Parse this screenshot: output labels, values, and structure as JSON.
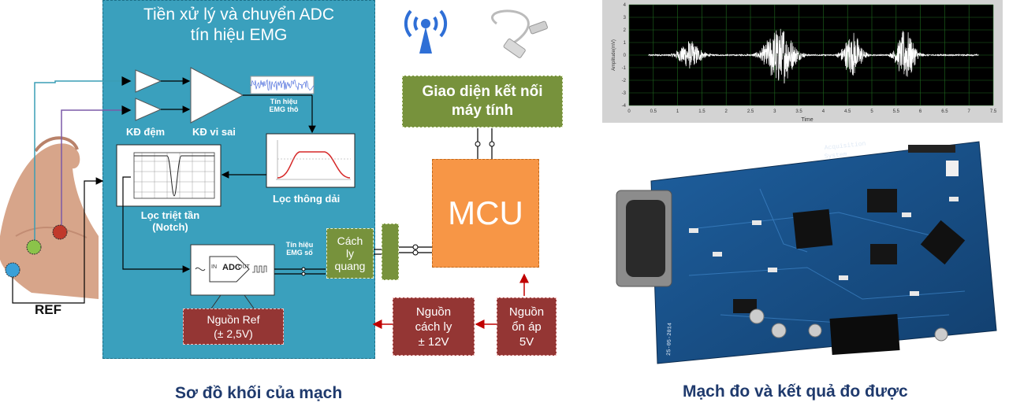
{
  "block_diagram": {
    "panel_title_line1": "Tiền xử lý và chuyển ADC",
    "panel_title_line2": "tín hiệu EMG",
    "buffer_amp": "KĐ đệm",
    "diff_amp": "KĐ vi sai",
    "raw_signal_line1": "Tín hiệu",
    "raw_signal_line2": "EMG thô",
    "bandpass": "Lọc thông dải",
    "notch_line1": "Lọc triệt tần",
    "notch_line2": "(Notch)",
    "digital_signal_line1": "Tín hiệu",
    "digital_signal_line2": "EMG số",
    "adc_label": "ADC",
    "adc_in": "IN",
    "adc_out": "OUT",
    "ref_source_line1": "Nguồn Ref",
    "ref_source_line2": "(± 2,5V)",
    "isolator_line1": "Cách",
    "isolator_line2": "ly",
    "isolator_line3": "quang",
    "pc_interface_line1": "Giao diện kết nối",
    "pc_interface_line2": "máy tính",
    "mcu": "MCU",
    "isolated_power_line1": "Nguồn",
    "isolated_power_line2": "cách ly",
    "isolated_power_line3": "± 12V",
    "regulator_line1": "Nguồn",
    "regulator_line2": "ổn áp",
    "regulator_line3": "5V",
    "ref": "REF",
    "caption": "Sơ đồ khối của mạch"
  },
  "results": {
    "caption": "Mạch đo và kết quả đo được",
    "pcb_text1": "Acquisition",
    "pcb_text2": "System",
    "pcb_date": "25-05-2014"
  },
  "chart_data": {
    "type": "line",
    "xlabel": "Time",
    "ylabel": "Amplitude(mV)",
    "xlim": [
      0,
      7.5
    ],
    "ylim": [
      -4,
      4
    ],
    "x_ticks": [
      "0",
      "0.5",
      "1",
      "1.5",
      "2",
      "2.5",
      "3",
      "3.5",
      "4",
      "4.5",
      "5",
      "5.5",
      "6",
      "6.5",
      "7",
      "7.5"
    ],
    "y_ticks": [
      "4",
      "3",
      "2",
      "1",
      "0",
      "-1",
      "-2",
      "-3",
      "-4"
    ],
    "bursts": [
      {
        "center": 1.25,
        "width": 0.55,
        "peak": 1.2
      },
      {
        "center": 3.1,
        "width": 0.7,
        "peak": 2.6
      },
      {
        "center": 4.6,
        "width": 0.45,
        "peak": 1.9
      },
      {
        "center": 5.7,
        "width": 0.45,
        "peak": 2.2
      }
    ],
    "grid": true,
    "background": "#000000",
    "line_color": "#ffffff",
    "grid_color": "#1f6b1f"
  },
  "colors": {
    "panel": "#3aa0bd",
    "red_block": "#943634",
    "green_block": "#77923c",
    "mcu": "#f79646",
    "arrow_red": "#c00000",
    "caption": "#1f3a6d"
  }
}
